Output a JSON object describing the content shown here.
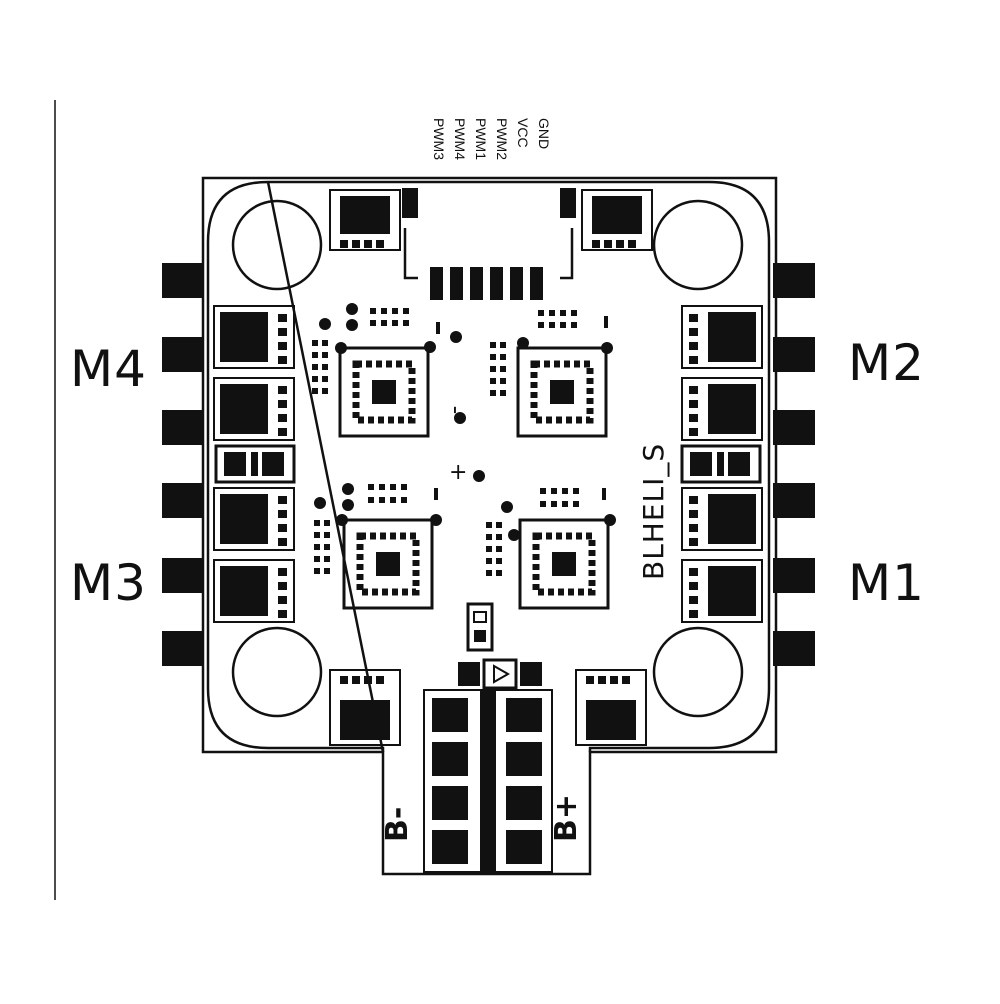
{
  "title": "BLHELI_S",
  "motors": {
    "m1": "M1",
    "m2": "M2",
    "m3": "M3",
    "m4": "M4"
  },
  "pins": [
    "GND",
    "VCC",
    "PWM2",
    "PWM1",
    "PWM4",
    "PWM3"
  ],
  "power": {
    "negative": "B-",
    "positive": "B+"
  },
  "marks": {
    "minus": "-",
    "plus": "+"
  },
  "colors": {
    "ink": "#111111",
    "background": "#ffffff"
  }
}
